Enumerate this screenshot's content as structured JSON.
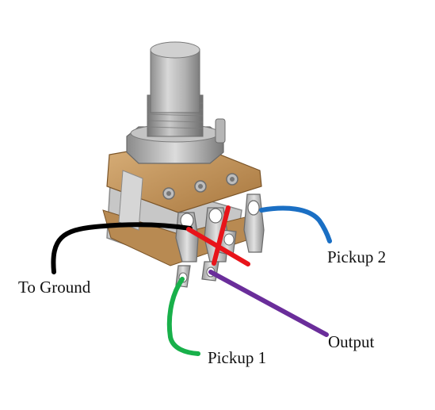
{
  "labels": {
    "ground": "To Ground",
    "pickup1": "Pickup 1",
    "pickup2": "Pickup 2",
    "output": "Output"
  },
  "wires": {
    "ground": {
      "color": "#000000"
    },
    "pickup1": {
      "color": "#18b04a"
    },
    "pickup2": {
      "color": "#1a6fc4"
    },
    "output": {
      "color": "#6a2d9a"
    },
    "cross": {
      "color": "#e8141a"
    }
  },
  "component": {
    "type": "potentiometer",
    "body_color": "#c9a06a",
    "metal_color": "#b9b9b9"
  }
}
